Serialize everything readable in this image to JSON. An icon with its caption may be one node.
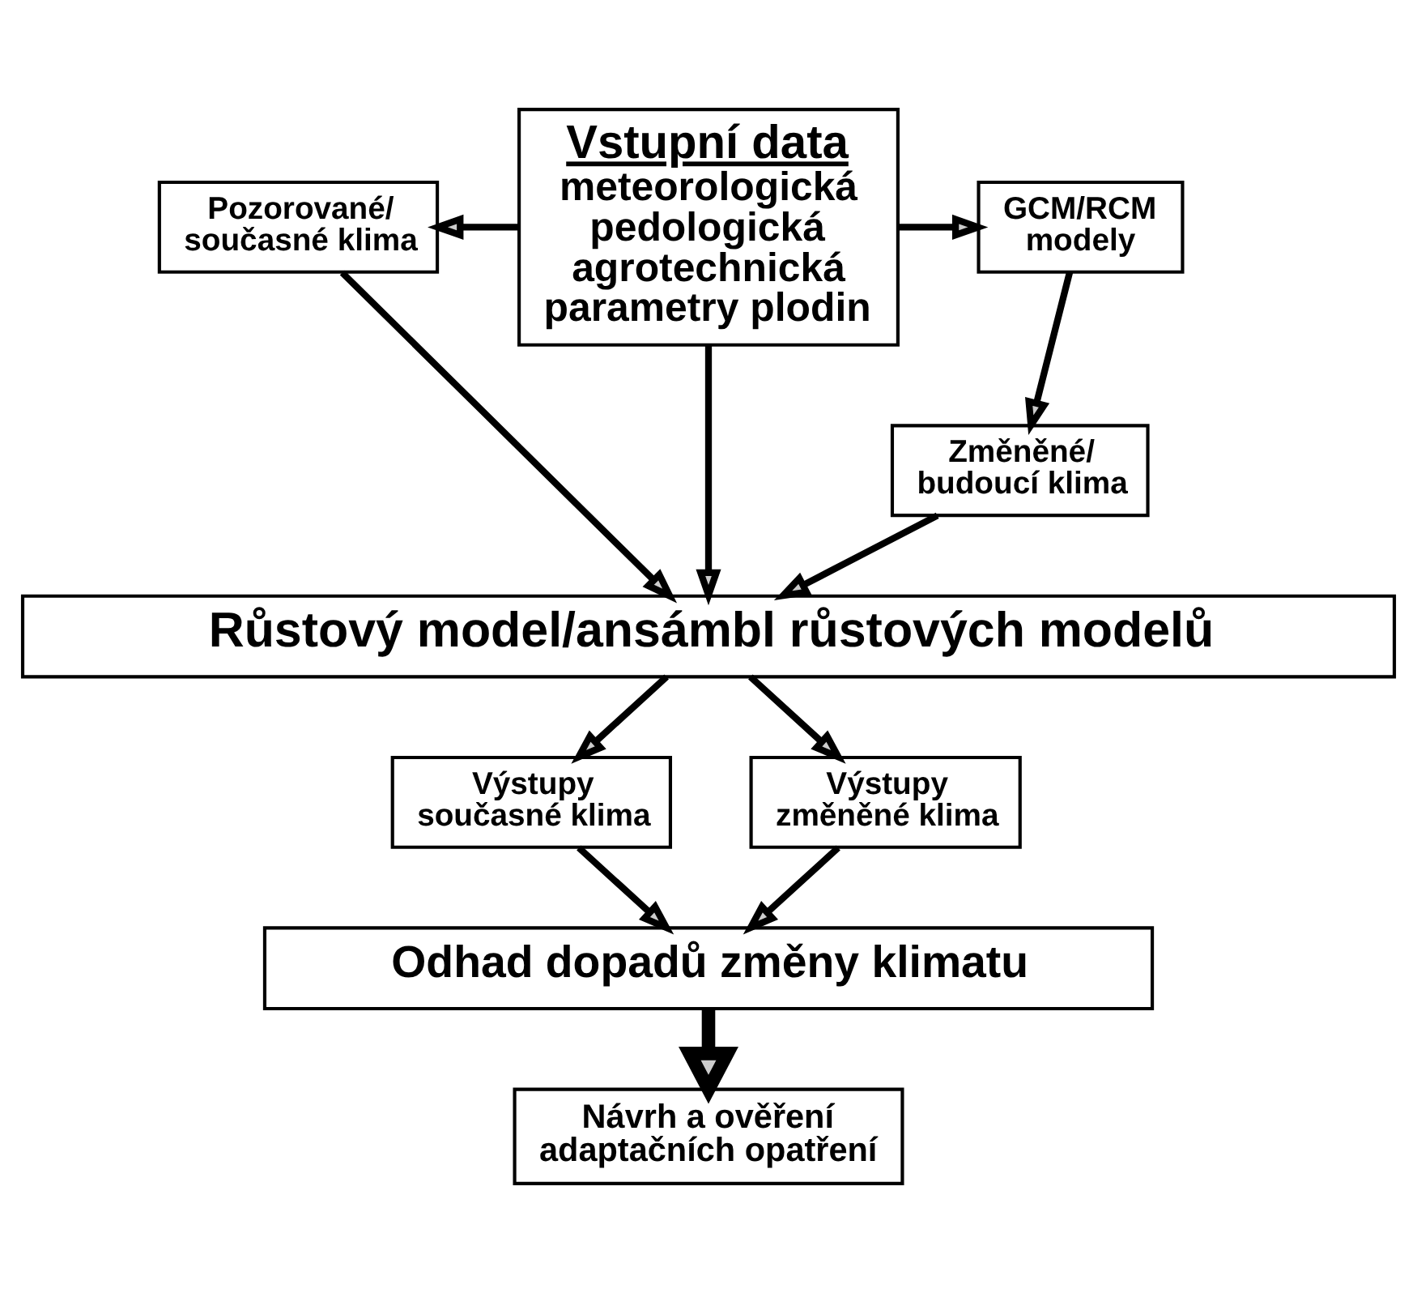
{
  "diagram": {
    "nodes": [
      {
        "text": [
          "Vstupní data",
          "meteorologická pedologická agrotechnická parametry plodin"
        ]
      },
      {
        "text": [
          "Pozorované/ současné klima"
        ]
      },
      {
        "text": [
          "GCM/RCM modely"
        ]
      },
      {
        "text": [
          "Změněné/ budoucí klima"
        ]
      },
      {
        "text": [
          "Růstový model/ansámbl růstových modelů"
        ]
      },
      {
        "text": [
          "Výstupy současné klima"
        ]
      },
      {
        "text": [
          "Výstupy změněné klima"
        ]
      },
      {
        "text": [
          "Odhad dopadů změny klimatu"
        ]
      },
      {
        "text": [
          "Návrh a ověření adaptačních opatření"
        ]
      }
    ],
    "edges": [
      {
        "from": 0,
        "to": 1,
        "arrow": "to"
      },
      {
        "from": 0,
        "to": 2,
        "arrow": "to"
      },
      {
        "from": 2,
        "to": 3,
        "arrow": "to"
      },
      {
        "from": 1,
        "to": 4,
        "arrow": "to"
      },
      {
        "from": 0,
        "to": 4,
        "arrow": "to"
      },
      {
        "from": 3,
        "to": 4,
        "arrow": "to"
      },
      {
        "from": 4,
        "to": 5,
        "arrow": "to"
      },
      {
        "from": 4,
        "to": 6,
        "arrow": "to"
      },
      {
        "from": 5,
        "to": 7,
        "arrow": "to"
      },
      {
        "from": 6,
        "to": 7,
        "arrow": "to"
      },
      {
        "from": 7,
        "to": 8,
        "arrow": "to",
        "style": "thick"
      }
    ]
  }
}
